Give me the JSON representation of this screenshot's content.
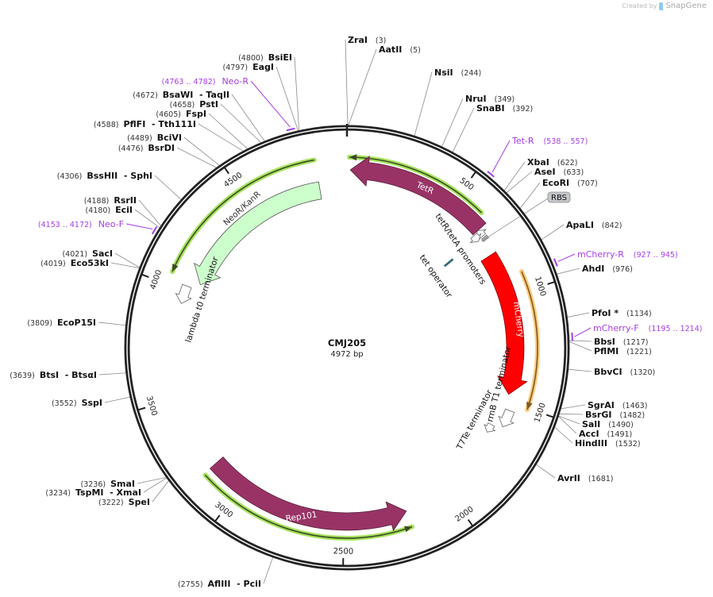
{
  "watermark": {
    "prefix": "Created by",
    "brand": "SnapGene"
  },
  "plasmid": {
    "name": "CMJ205",
    "length_label": "4972 bp",
    "length": 4972
  },
  "tick_labels": [
    "500",
    "1000",
    "1500",
    "2000",
    "2500",
    "3000",
    "3500",
    "4000",
    "4500"
  ],
  "enzymes": [
    {
      "name": "ZraI",
      "position": "(3)"
    },
    {
      "name": "AatII",
      "position": "(5)"
    },
    {
      "name": "NsiI",
      "position": "(244)"
    },
    {
      "name": "NruI",
      "position": "(349)"
    },
    {
      "name": "SnaBI",
      "position": "(392)"
    },
    {
      "name": "XbaI",
      "position": "(622)"
    },
    {
      "name": "AseI",
      "position": "(633)"
    },
    {
      "name": "EcoRI",
      "position": "(707)"
    },
    {
      "name": "ApaLI",
      "position": "(842)"
    },
    {
      "name": "AhdI",
      "position": "(976)"
    },
    {
      "name": "PfoI *",
      "position": "(1134)"
    },
    {
      "name": "BbsI",
      "position": "(1217)"
    },
    {
      "name": "PflMI",
      "position": "(1221)"
    },
    {
      "name": "BbvCI",
      "position": "(1320)"
    },
    {
      "name": "SgrAI",
      "position": "(1463)"
    },
    {
      "name": "BsrGI",
      "position": "(1482)"
    },
    {
      "name": "SalI",
      "position": "(1490)"
    },
    {
      "name": "AccI",
      "position": "(1491)"
    },
    {
      "name": "HindIII",
      "position": "(1532)"
    },
    {
      "name": "AvrII",
      "position": "(1681)"
    },
    {
      "name": "AflIII  - PciI",
      "position": "(2755)"
    },
    {
      "name": "SpeI",
      "position": "(3222)"
    },
    {
      "name": "TspMI  - XmaI",
      "position": "(3234)"
    },
    {
      "name": "SmaI",
      "position": "(3236)"
    },
    {
      "name": "SspI",
      "position": "(3552)"
    },
    {
      "name": "BtsI  - BtsαI",
      "position": "(3639)"
    },
    {
      "name": "EcoP15I",
      "position": "(3809)"
    },
    {
      "name": "SacI",
      "position": "(4021)"
    },
    {
      "name": "Eco53kI",
      "position": "(4019)"
    },
    {
      "name": "EciI",
      "position": "(4180)"
    },
    {
      "name": "RsrII",
      "position": "(4188)"
    },
    {
      "name": "BssHII  - SphI",
      "position": "(4306)"
    },
    {
      "name": "BsrDI",
      "position": "(4476)"
    },
    {
      "name": "BciVI",
      "position": "(4489)"
    },
    {
      "name": "PflFI  - Tth111I",
      "position": "(4588)"
    },
    {
      "name": "FspI",
      "position": "(4605)"
    },
    {
      "name": "PstI",
      "position": "(4658)"
    },
    {
      "name": "BsaWI  - TaqII",
      "position": "(4672)"
    },
    {
      "name": "EagI",
      "position": "(4797)"
    },
    {
      "name": "BsiEI",
      "position": "(4800)"
    }
  ],
  "primers": [
    {
      "name": "Tet-R",
      "range": "(538 .. 557)",
      "color": "#a53ce6"
    },
    {
      "name": "mCherry-R",
      "range": "(927 .. 945)",
      "color": "#a53ce6"
    },
    {
      "name": "mCherry-F",
      "range": "(1195 .. 1214)",
      "color": "#a53ce6"
    },
    {
      "name": "Neo-R",
      "range": "(4763 .. 4782)",
      "color": "#a53ce6"
    },
    {
      "name": "Neo-F",
      "range": "(4153 .. 4172)",
      "color": "#a53ce6"
    }
  ],
  "features": [
    {
      "name": "TetR",
      "type": "cds",
      "start": 15,
      "end": 665,
      "direction": "reverse",
      "color": "#993366"
    },
    {
      "name": "mCherry",
      "type": "cds",
      "start": 790,
      "end": 1465,
      "direction": "forward",
      "color": "#ff0000"
    },
    {
      "name": "NeoR/KanR",
      "type": "cds",
      "start": 4050,
      "end": 4838,
      "direction": "reverse",
      "color": "#ccffcc"
    },
    {
      "name": "Rep101",
      "type": "cds",
      "start": 2210,
      "end": 3157,
      "direction": "reverse",
      "color": "#993366"
    },
    {
      "name": "tetR/tetA promoters",
      "type": "promoter",
      "start": 665,
      "end": 705,
      "direction": "both",
      "color": "#ffffff"
    },
    {
      "name": "tet operator",
      "type": "protein_bind",
      "start": 688,
      "end": 696,
      "direction": "none",
      "color": "#31849b"
    },
    {
      "name": "RBS",
      "type": "rbs",
      "start": 706,
      "end": 720,
      "direction": "none",
      "color": "#a6acb3"
    },
    {
      "name": "rrnB T1 terminator",
      "type": "terminator",
      "start": 1535,
      "end": 1615,
      "direction": "forward",
      "color": "#ffffff"
    },
    {
      "name": "T7Te terminator",
      "type": "terminator",
      "start": 1630,
      "end": 1672,
      "direction": "forward",
      "color": "#ffffff"
    },
    {
      "name": "lambda t0 terminator",
      "type": "terminator",
      "start": 3935,
      "end": 4020,
      "direction": "reverse",
      "color": "#ffffff"
    }
  ],
  "orfs": [
    {
      "start": 10,
      "end": 620,
      "direction": "reverse",
      "color": "#a6e35d"
    },
    {
      "start": 917,
      "end": 1505,
      "direction": "forward",
      "color": "#ffcc80"
    },
    {
      "start": 4054,
      "end": 4835,
      "direction": "reverse",
      "color": "#a6e35d"
    },
    {
      "start": 2210,
      "end": 3150,
      "direction": "reverse",
      "color": "#a6e35d"
    }
  ]
}
